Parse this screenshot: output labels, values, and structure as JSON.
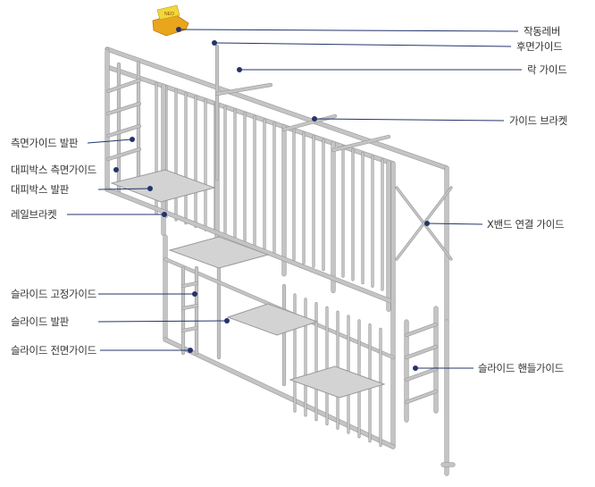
{
  "colors": {
    "frame": "#c4c4c4",
    "frame_dark": "#9a9a9a",
    "frame_light": "#e2e2e2",
    "leader": "#23346b",
    "dot": "#23346b",
    "lever": "#e9a51c",
    "lever_tag": "#f2d73b",
    "text": "#333333"
  },
  "lever_tag_text": "NEO",
  "labels": {
    "lever": "작동레버",
    "rear_guide": "후면가이드",
    "rack_guide": "락 가이드",
    "guide_bracket": "가이드 브라켓",
    "side_step": "측면가이드 발판",
    "shelter_side": "대피박스 측면가이드",
    "shelter_step": "대피박스 발판",
    "rail_bracket": "레일브라켓",
    "x_band": "X밴드 연결 가이드",
    "slide_fixed": "슬라이드 고정가이드",
    "slide_step": "슬라이드 발판",
    "slide_front": "슬라이드 전면가이드",
    "slide_handle": "슬라이드 핸들가이드"
  }
}
